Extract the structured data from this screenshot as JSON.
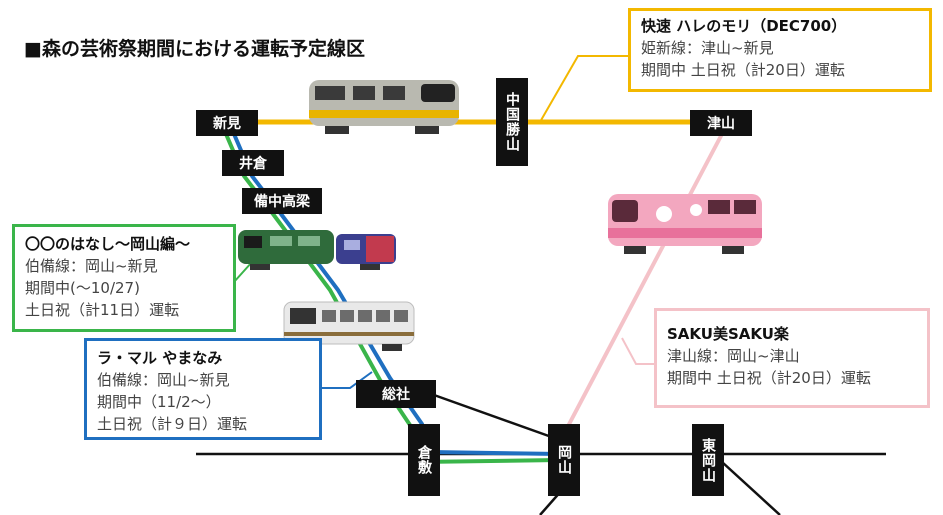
{
  "title": "■森の芸術祭期間における運転予定線区",
  "colors": {
    "yellow_line": "#f3b800",
    "pink_line": "#f4c2c8",
    "green_line": "#3ab54a",
    "blue_line": "#1f6fc0",
    "black_line": "#111111",
    "station_bg": "#111111"
  },
  "stations": {
    "niimi": "新見",
    "ikura": "井倉",
    "bitchu_takahashi": "備中高梁",
    "chugoku_katsuyama": "中国勝山",
    "tsuyama": "津山",
    "soja": "総社",
    "kurashiki": "倉敷",
    "okayama": "岡山",
    "higashi_okayama": "東岡山"
  },
  "callouts": {
    "hare_no_mori": {
      "name": "快速 ハレのモリ（DEC700）",
      "line1": "姫新線：津山~新見",
      "line2": "期間中 土日祝（計20日）運転",
      "color": "#f3b800"
    },
    "hanashi": {
      "name": "〇〇のはなし～岡山編～",
      "line1": "伯備線：岡山~新見",
      "line2": "期間中(～10/27)",
      "line3": "土日祝（計11日）運転",
      "color": "#3ab54a"
    },
    "la_malle": {
      "name": "ラ・マル やまなみ",
      "line1": "伯備線：岡山~新見",
      "line2": "期間中（11/2～）",
      "line3": "土日祝（計９日）運転",
      "color": "#1f6fc0"
    },
    "saku": {
      "name": "SAKU美SAKU楽",
      "line1": "津山線：岡山~津山",
      "line2": "期間中 土日祝（計20日）運転",
      "color": "#f4c2c8"
    }
  },
  "trains": {
    "dec700": {
      "icon": "train-dec700-icon",
      "body": "#b9b9b0",
      "accent": "#e8b400"
    },
    "saku_train": {
      "icon": "train-saku-icon",
      "body": "#f3a7bf",
      "accent": "#e8719b"
    },
    "hanashi_train": {
      "icon": "train-hanashi-icon",
      "body": "#2f6b3b",
      "accent": "#3b3f8f"
    },
    "la_malle_train": {
      "icon": "train-la-malle-icon",
      "body": "#e9e9e9",
      "accent": "#6c6c6c"
    }
  }
}
